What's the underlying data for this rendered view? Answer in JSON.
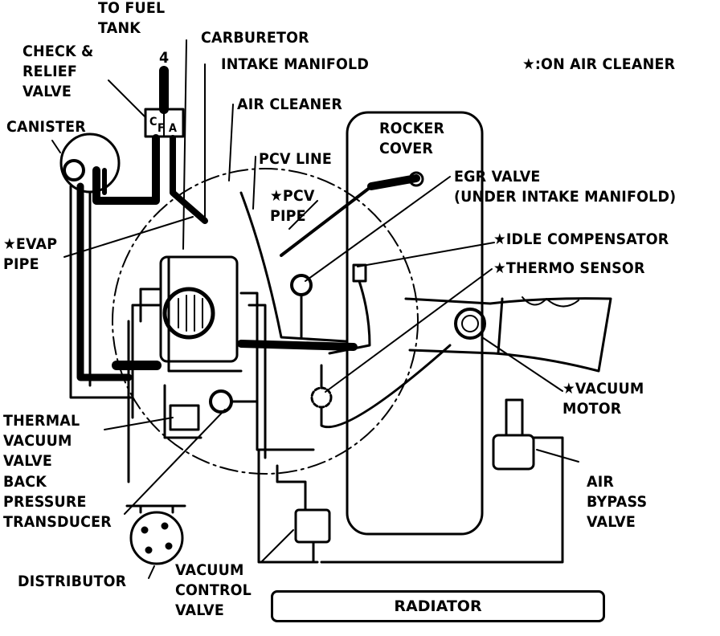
{
  "labels": {
    "to_fuel_tank": "TO FUEL\nTANK",
    "check_relief_valve": "CHECK &\nRELIEF\nVALVE",
    "canister": "CANISTER",
    "carburetor": "CARBURETOR",
    "intake_manifold": "INTAKE MANIFOLD",
    "air_cleaner": "AIR CLEANER",
    "on_air_cleaner": "★:ON AIR CLEANER",
    "rocker_cover": "ROCKER\nCOVER",
    "pcv_line": "PCV LINE",
    "pcv_pipe": "★PCV\nPIPE",
    "egr_valve": "EGR VALVE\n(UNDER INTAKE MANIFOLD)",
    "evap_pipe": "★EVAP\nPIPE",
    "idle_compensator": "★IDLE COMPENSATOR",
    "thermo_sensor": "★THERMO SENSOR",
    "vacuum_motor": "★VACUUM\nMOTOR",
    "thermal_vacuum_valve": "THERMAL\nVACUUM\nVALVE",
    "back_pressure_transducer": "BACK\nPRESSURE\nTRANSDUCER",
    "air_bypass_valve": "AIR\nBYPASS\nVALVE",
    "distributor": "DISTRIBUTOR",
    "vacuum_control_valve": "VACUUM\nCONTROL\nVALVE",
    "radiator": "RADIATOR",
    "valve_port_c": "C",
    "valve_port_f": "F",
    "valve_port_a": "A",
    "fuel_line_number": "4"
  }
}
